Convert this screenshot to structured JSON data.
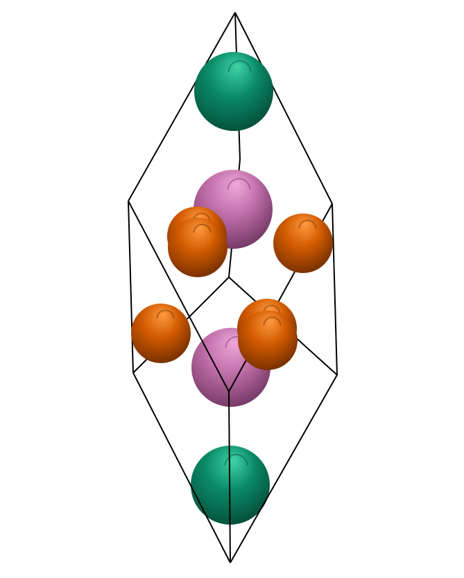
{
  "scene": {
    "background_color": "#ffffff",
    "cell_edge_color": "#000000",
    "atom_types": {
      "green": {
        "color": "#0a8a66",
        "highlight": "#3fd3a6",
        "shade": "#044a36"
      },
      "pink": {
        "color": "#c06fa9",
        "highlight": "#f0a8dc",
        "shade": "#6e3460"
      },
      "orange": {
        "color": "#d15a00",
        "highlight": "#ff9a40",
        "shade": "#6e2c00"
      }
    },
    "atom_count": {
      "green": 2,
      "pink": 2,
      "orange": 6
    }
  }
}
